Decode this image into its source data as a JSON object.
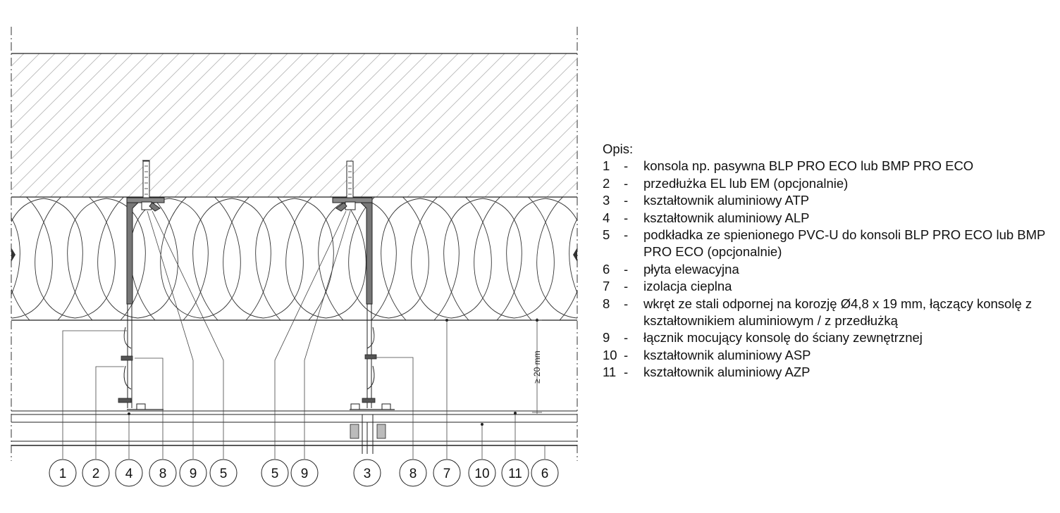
{
  "drawing": {
    "dimension_label": "≥ 20 mm",
    "callouts": [
      "1",
      "2",
      "4",
      "8",
      "9",
      "5",
      "5",
      "9",
      "3",
      "8",
      "7",
      "10",
      "11",
      "6"
    ]
  },
  "legend": {
    "title": "Opis:",
    "items": [
      {
        "num": "1",
        "dash": "-",
        "text": "konsola np. pasywna BLP PRO ECO lub BMP PRO ECO"
      },
      {
        "num": "2",
        "dash": "-",
        "text": "przedłużka EL lub EM (opcjonalnie)"
      },
      {
        "num": "3",
        "dash": "-",
        "text": "kształtownik aluminiowy ATP"
      },
      {
        "num": "4",
        "dash": "-",
        "text": "kształtownik aluminiowy ALP"
      },
      {
        "num": "5",
        "dash": "-",
        "text": "podkładka ze spienionego PVC-U do konsoli BLP PRO ECO lub BMP PRO ECO (opcjonalnie)"
      },
      {
        "num": "6",
        "dash": "-",
        "text": "płyta elewacyjna"
      },
      {
        "num": "7",
        "dash": "-",
        "text": "izolacja cieplna"
      },
      {
        "num": "8",
        "dash": "-",
        "text": "wkręt ze stali odpornej na korozję Ø4,8 x 19 mm, łączący konsolę z kształtownikiem aluminiowym / z przedłużką"
      },
      {
        "num": "9",
        "dash": "-",
        "text": "łącznik mocujący konsolę do ściany zewnętrznej"
      },
      {
        "num": "10",
        "dash": "-",
        "text": "kształtownik aluminiowy ASP"
      },
      {
        "num": "11",
        "dash": "-",
        "text": "kształtownik aluminiowy AZP"
      }
    ]
  }
}
